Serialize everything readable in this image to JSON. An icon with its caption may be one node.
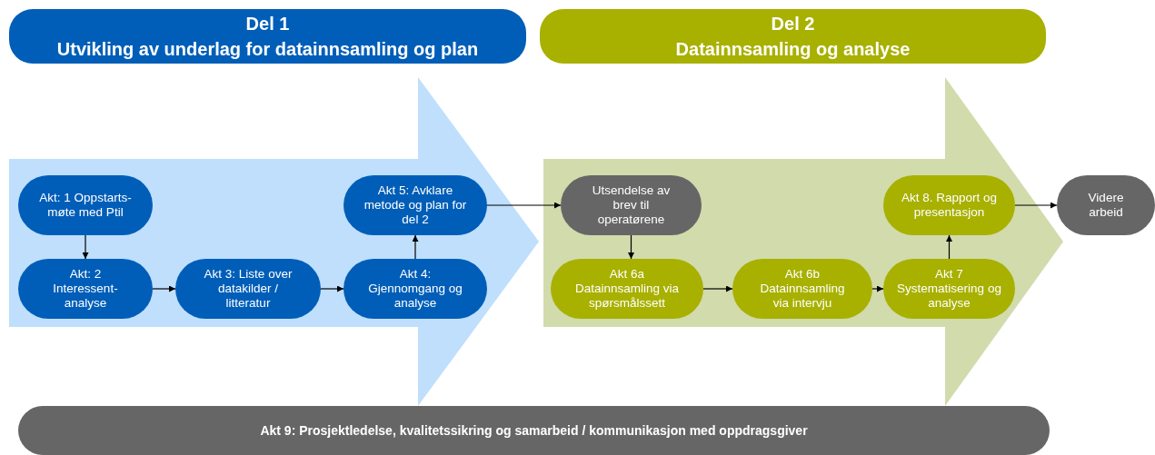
{
  "diagram": {
    "nodes": [
      {
        "text": [
          "Del 1",
          "Utvikling av underlag for datainnsamling og plan"
        ]
      },
      {
        "text": [
          "Del 2",
          "Datainnsamling og analyse"
        ]
      },
      {
        "text": [],
        "shape": "arrow"
      },
      {
        "text": [
          "Akt: 1 Oppstarts- møte med Ptil"
        ],
        "in": 2
      },
      {
        "text": [
          "Akt: 2 Interessent- analyse"
        ],
        "in": 2
      },
      {
        "text": [
          "Akt 3: Liste over datakilder / litteratur"
        ],
        "in": 2
      },
      {
        "text": [
          "Akt 4: Gjennomgang og analyse"
        ],
        "in": 2
      },
      {
        "text": [
          "Akt 5: Avklare metode og plan for del 2"
        ],
        "in": 2
      },
      {
        "text": [],
        "shape": "arrow"
      },
      {
        "text": [
          "Utsendelse av brev til operatørene"
        ],
        "in": 8
      },
      {
        "text": [
          "Akt 6a Datainnsamling via spørsmålssett"
        ],
        "in": 8
      },
      {
        "text": [
          "Akt 6b Datainnsamling via intervju"
        ],
        "in": 8
      },
      {
        "text": [
          "Akt 7 Systematisering og analyse"
        ],
        "in": 8
      },
      {
        "text": [
          "Akt 8. Rapport og presentasjon"
        ],
        "in": 8
      },
      {
        "text": [
          "Videre arbeid"
        ]
      },
      {
        "text": [
          "Akt 9: Prosjektledelse, kvalitetssikring og samarbeid / kommunikasjon med oppdragsgiver"
        ]
      }
    ],
    "edges": [
      {
        "from": 3,
        "to": 4,
        "arrow": "to"
      },
      {
        "from": 4,
        "to": 5,
        "arrow": "to"
      },
      {
        "from": 5,
        "to": 6,
        "arrow": "to"
      },
      {
        "from": 6,
        "to": 7,
        "arrow": "to"
      },
      {
        "from": 7,
        "to": 9,
        "arrow": "to"
      },
      {
        "from": 9,
        "to": 10,
        "arrow": "to"
      },
      {
        "from": 10,
        "to": 11,
        "arrow": "to"
      },
      {
        "from": 11,
        "to": 12,
        "arrow": "to"
      },
      {
        "from": 12,
        "to": 13,
        "arrow": "to"
      },
      {
        "from": 13,
        "to": 14,
        "arrow": "to"
      }
    ]
  }
}
